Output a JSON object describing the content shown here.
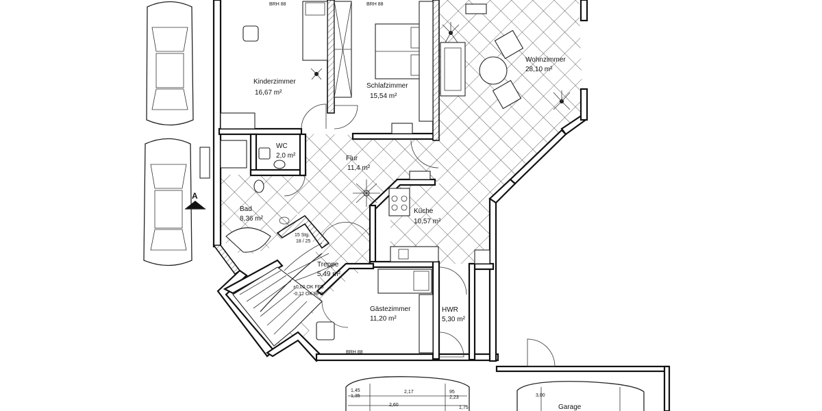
{
  "rooms": {
    "kinderzimmer": {
      "name": "Kinderzimmer",
      "area": "16,67 m²"
    },
    "schlafzimmer": {
      "name": "Schlafzimmer",
      "area": "15,54 m²"
    },
    "wohnzimmer": {
      "name": "Wohnzimmer",
      "area": "28,10 m²"
    },
    "wc": {
      "name": "WC",
      "area": "2,0 m²"
    },
    "flur": {
      "name": "Flur",
      "area": "11,4 m²"
    },
    "bad": {
      "name": "Bad",
      "area": "8,36 m²"
    },
    "kueche": {
      "name": "Küche",
      "area": "10,57 m²"
    },
    "treppe": {
      "name": "Treppe",
      "area": "5,49 m²"
    },
    "gaestezimmer": {
      "name": "Gästezimmer",
      "area": "11,20 m²"
    },
    "hwr": {
      "name": "HWR",
      "area": "5,30 m²"
    },
    "garage": {
      "name": "Garage"
    }
  },
  "annotations": {
    "brh_1": "BRH 88",
    "brh_2": "BRH 88",
    "brh_3": "BRH 88",
    "stair_steps": "15 Stg.",
    "stair_dims": "18 / 25",
    "level_1": "±0,00 OK FFB",
    "level_2": "-0,12 OK RFB",
    "section_mark": "A"
  },
  "dimensions": {
    "d1": "1,45",
    "d2": "1,35",
    "d3": "2,17",
    "d4": "95",
    "d5": "2,23",
    "d6": "2,60",
    "d7": "1,75",
    "d8": "3,00"
  },
  "colors": {
    "line": "#111111",
    "background": "#ffffff"
  }
}
